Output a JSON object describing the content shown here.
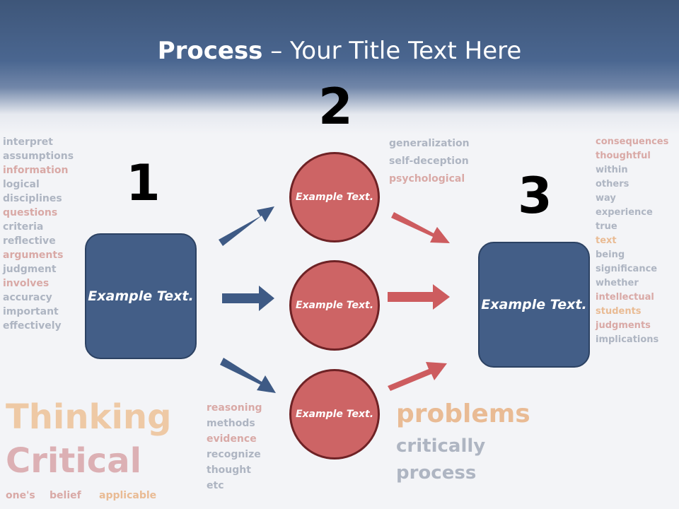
{
  "slide": {
    "title_bold": "Process",
    "title_rest": " – Your Title Text Here"
  },
  "steps": [
    {
      "number": "1",
      "label": "Example Text."
    },
    {
      "number": "2",
      "label": "Example Text."
    },
    {
      "number": "3",
      "label": "Example Text."
    }
  ],
  "middle_items": [
    {
      "label": "Example Text."
    },
    {
      "label": "Example Text."
    },
    {
      "label": "Example Text."
    }
  ],
  "colors": {
    "header": "#3e5679",
    "box_fill": "#435e87",
    "circle_fill": "#cd6465",
    "blue_arrow": "#3e5a85",
    "red_arrow": "#cd5c5f"
  },
  "background_words": [
    "Critical",
    "Thinking",
    "interpret",
    "assumptions",
    "information",
    "logical",
    "disciplines",
    "questions",
    "reasoning",
    "methods",
    "evidence",
    "recognize",
    "thought",
    "etc",
    "one's",
    "belief",
    "applicable",
    "criteria",
    "reflective",
    "arguments",
    "generalization",
    "judgment",
    "involves",
    "accuracy",
    "problems",
    "critically",
    "process",
    "important",
    "effectively",
    "consequences",
    "thoughtful",
    "self-deception",
    "within",
    "others",
    "way",
    "experience",
    "true",
    "text",
    "being",
    "significance",
    "whether",
    "intellectual",
    "students",
    "psychological",
    "judgments",
    "implications"
  ]
}
